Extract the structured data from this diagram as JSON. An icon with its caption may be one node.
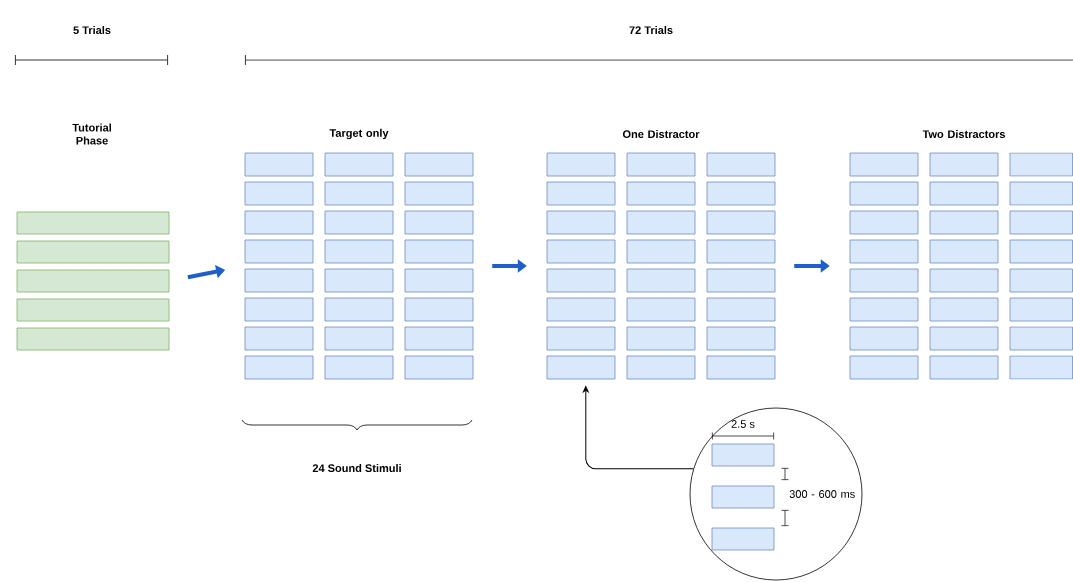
{
  "diagram": {
    "nodes": [
      {
        "text": [
          "Tutorial Phase"
        ]
      },
      {
        "text": [
          "Target only"
        ]
      },
      {
        "text": [
          "One Distractor"
        ]
      },
      {
        "text": [
          "Two Distractors"
        ]
      },
      {
        "text": [],
        "shape": "circle"
      }
    ],
    "edges": [
      {
        "from": 0,
        "to": 1,
        "arrow": "to"
      },
      {
        "from": 1,
        "to": 2,
        "arrow": "to"
      },
      {
        "from": 2,
        "to": 3,
        "arrow": "to"
      },
      {
        "from": 4,
        "to": 2,
        "arrow": "to",
        "color": "#000000"
      }
    ],
    "labels": [
      "5 Trials",
      "72 Trials",
      "24 Sound Stimuli",
      "2.5 s",
      "300 - 600 ms"
    ]
  }
}
